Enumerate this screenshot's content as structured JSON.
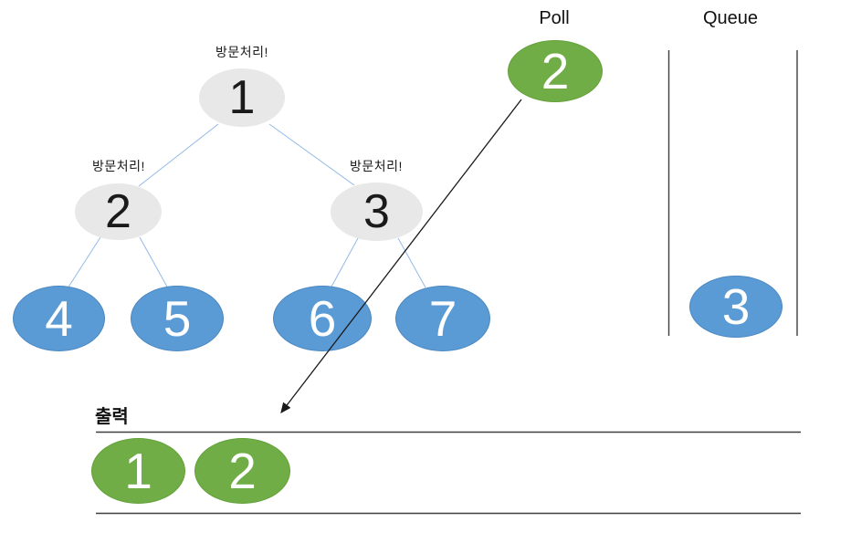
{
  "colors": {
    "visited_fill": "#E9E8E8",
    "visited_text": "#1A1A1A",
    "pending_fill": "#5B9BD5",
    "pending_border": "#4A87C0",
    "polled_fill": "#70AD47",
    "polled_border": "#63A038",
    "node_text": "#FFFFFF",
    "tree_edge": "#93B9E6",
    "frame_line": "#3F3F3F",
    "arrow": "#1A1A1A"
  },
  "tree": {
    "root_caption": "방문처리!",
    "left_caption": "방문처리!",
    "right_caption": "방문처리!",
    "nodes": {
      "n1": "1",
      "n2": "2",
      "n3": "3",
      "n4": "4",
      "n5": "5",
      "n6": "6",
      "n7": "7"
    }
  },
  "poll": {
    "label": "Poll",
    "node": "2"
  },
  "queue": {
    "label": "Queue",
    "items": [
      "3"
    ]
  },
  "output": {
    "label": "출력",
    "items": [
      "1",
      "2"
    ]
  }
}
